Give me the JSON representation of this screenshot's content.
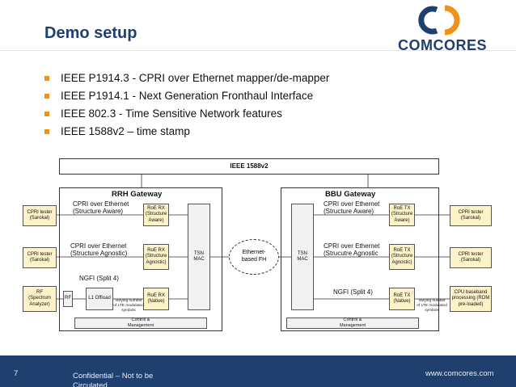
{
  "slide": {
    "title": "Demo setup",
    "logo_text": "COMCORES",
    "bullets": [
      "IEEE P1914.3 - CPRI over Ethernet mapper/de-mapper",
      "IEEE P1914.1 - Next Generation Fronthaul Interface",
      "IEEE 802.3 - Time Sensitive Network features",
      "IEEE 1588v2 – time stamp"
    ]
  },
  "diagram": {
    "ieee1588": "IEEE 1588v2",
    "rrh": {
      "title": "RRH Gateway",
      "cpri_label_1": "CPRI over Ethernet\n(Structure Aware)",
      "cpri_label_2": "CPRI over Ethernet\n(Structure Agnostic)",
      "ngfi_label": "NGFI (Split 4)",
      "roe_1": "RoE RX\n(Structure\nAware)",
      "roe_2": "RoE RX\n(Structure\nAgnostic)",
      "roe_3": "RoE RX\n(Native)",
      "tsn_mac": "TSN MAC",
      "control": "Control &\nManagement",
      "l1_offload": "L1 Offload",
      "rf": "RF",
      "varying": "Varying number\nof LTE modulated\nsymbols"
    },
    "bbu": {
      "title": "BBU Gateway",
      "cpri_label_1": "CPRI over Ethernet\n(Structure Aware)",
      "cpri_label_2": "CPRI over Ethernet\n(Strucutre Agnostic",
      "ngfi_label": "NGFI (Split 4)",
      "roe_1": "RoE TX\n(Structure\nAware)",
      "roe_2": "RoE TX\n(Structure\nAgnostic)",
      "roe_3": "RoE TX\n(Native)",
      "tsn_mac": "TSN MAC",
      "control": "Control &\nManagement",
      "varying": "Varying number\nof LTE modulated\nsymbols"
    },
    "ethernet": "Ethernet-\nbased FH",
    "left_devices": [
      "CPRI tester\n(Sarokal)",
      "CPRI tester\n(Sarokal)",
      "RF\n(Spectrum\nAnalyzer)"
    ],
    "right_devices": [
      "CPRI tester\n(Sarokal)",
      "CPRI tester\n(Sarokal)",
      "CPU baseband\nprocessing (ROM\npre-loaded)"
    ]
  },
  "footer": {
    "page": "7",
    "confidential": "Confidential – Not to be\nCirculated",
    "website": "www.comcores.com"
  },
  "colors": {
    "title": "#1f3f6e",
    "bullet": "#f39019",
    "footer": "#1f3f6e",
    "roe_fill": "#fdf2c8",
    "logo_orange": "#f39019"
  }
}
